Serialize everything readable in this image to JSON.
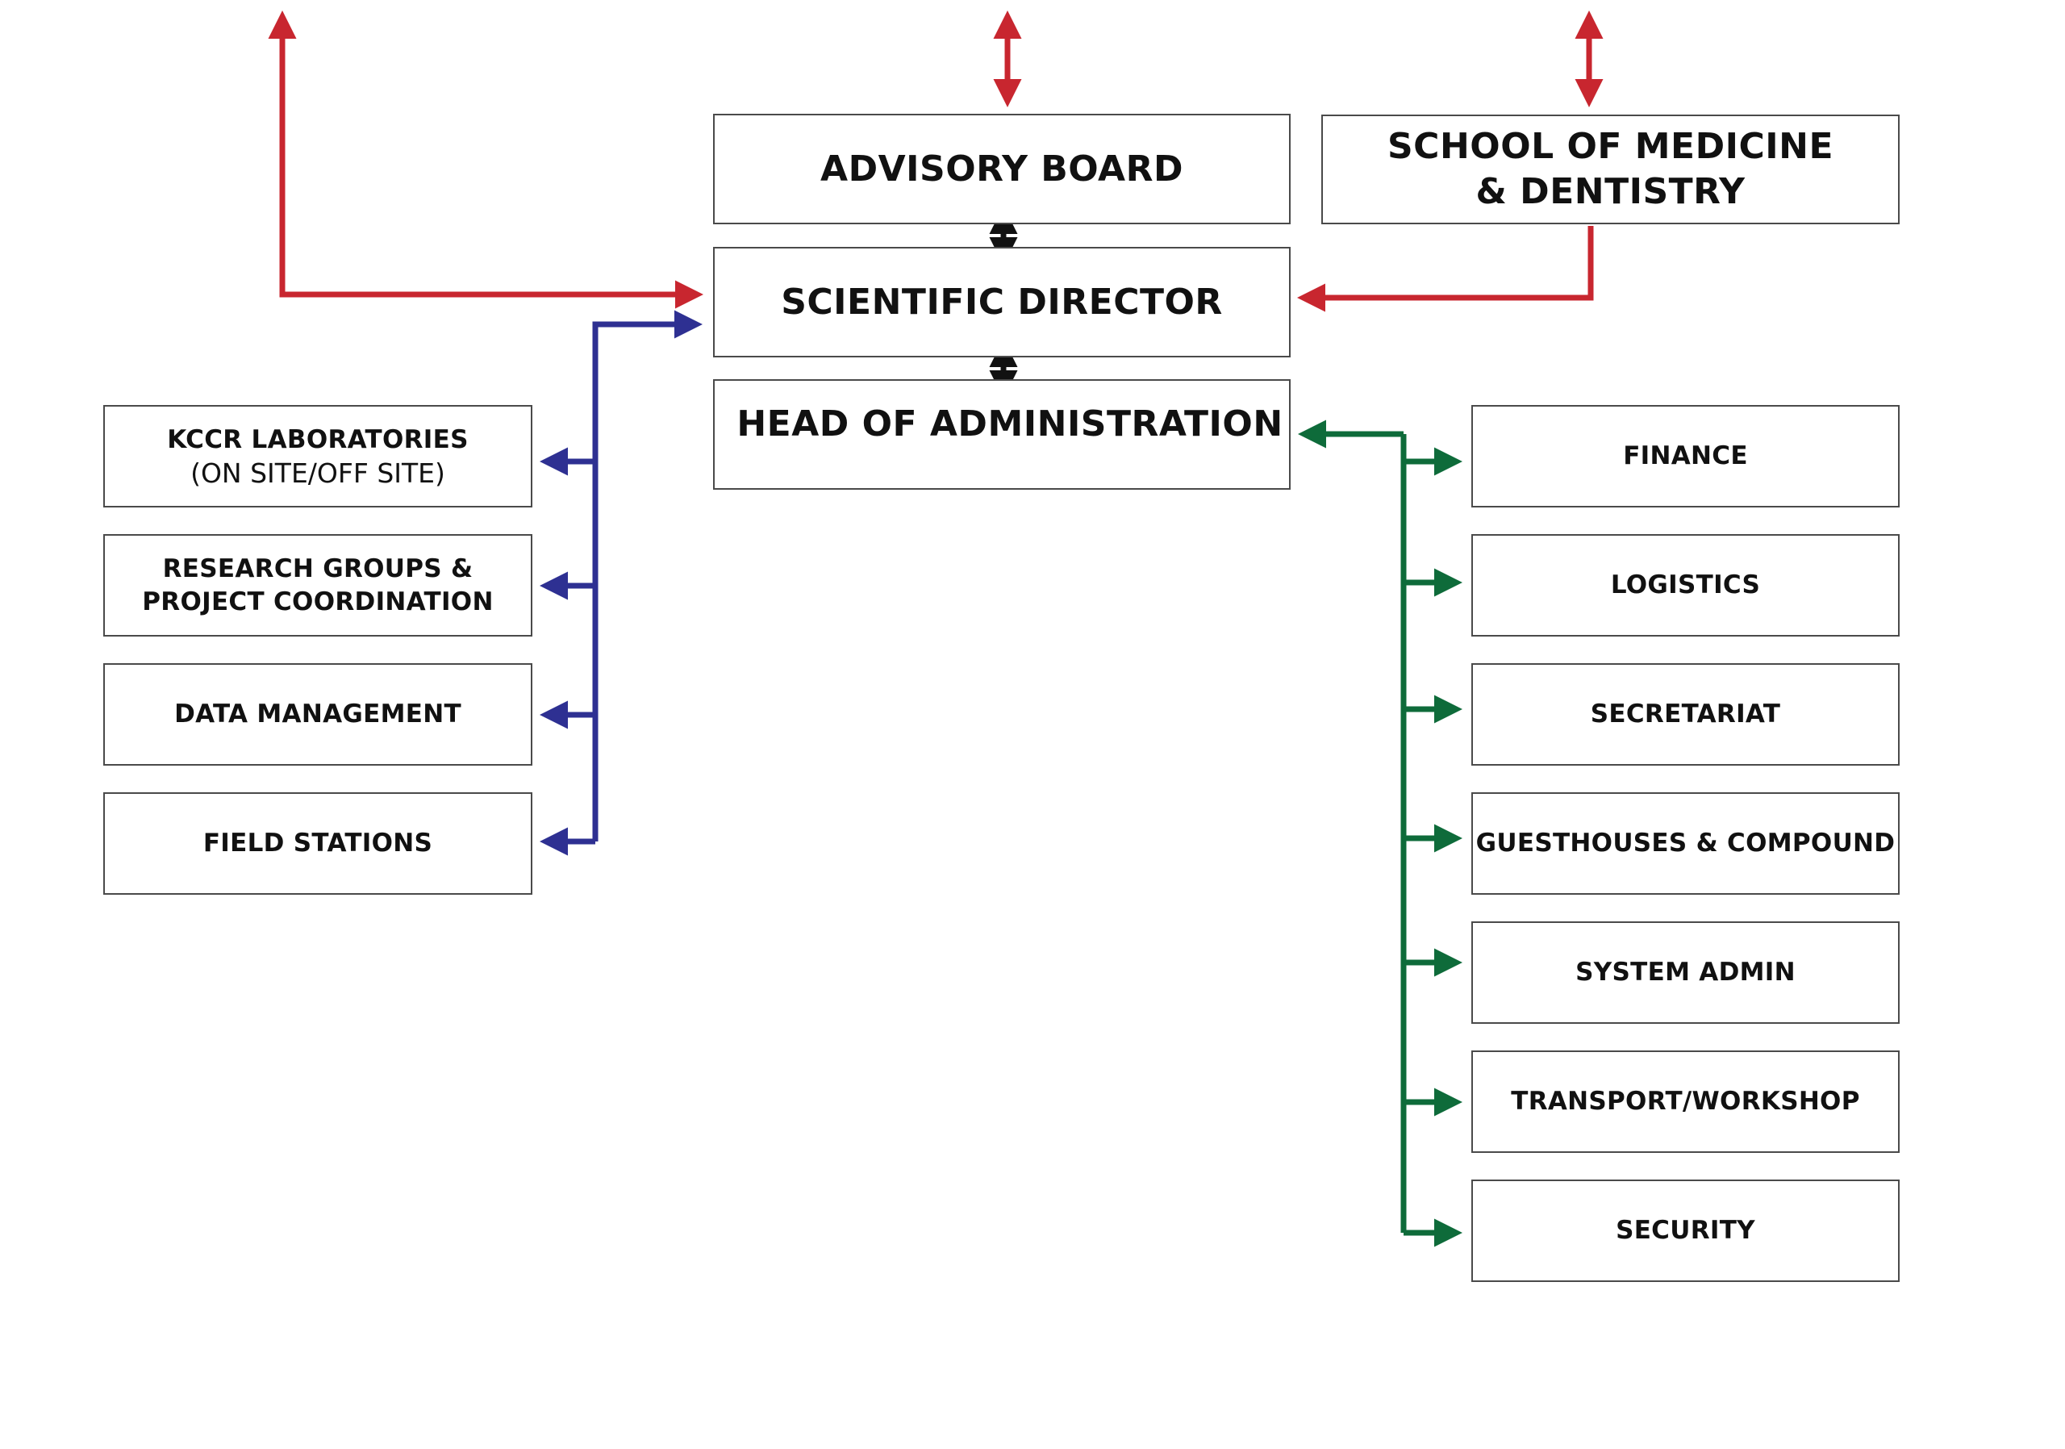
{
  "colors": {
    "external_links": "#c8262f",
    "research_branch": "#2e3092",
    "admin_branch": "#0e6b3a",
    "core_links": "#111111",
    "box_border": "#4a4a4a"
  },
  "core": {
    "advisory_board": "ADVISORY BOARD",
    "scientific_director": "SCIENTIFIC DIRECTOR",
    "head_of_administration": "HEAD OF ADMINISTRATION",
    "school_of_medicine": "SCHOOL OF MEDICINE\n& DENTISTRY"
  },
  "research_units": [
    {
      "label": "KCCR LABORATORIES",
      "sub": "(ON SITE/OFF SITE)"
    },
    {
      "label": "RESEARCH GROUPS &\nPROJECT COORDINATION"
    },
    {
      "label": "DATA MANAGEMENT"
    },
    {
      "label": "FIELD STATIONS"
    }
  ],
  "admin_units": [
    {
      "label": "FINANCE"
    },
    {
      "label": "LOGISTICS"
    },
    {
      "label": "SECRETARIAT"
    },
    {
      "label": "GUESTHOUSES & COMPOUND"
    },
    {
      "label": "SYSTEM ADMIN"
    },
    {
      "label": "TRANSPORT/WORKSHOP"
    },
    {
      "label": "SECURITY"
    }
  ]
}
